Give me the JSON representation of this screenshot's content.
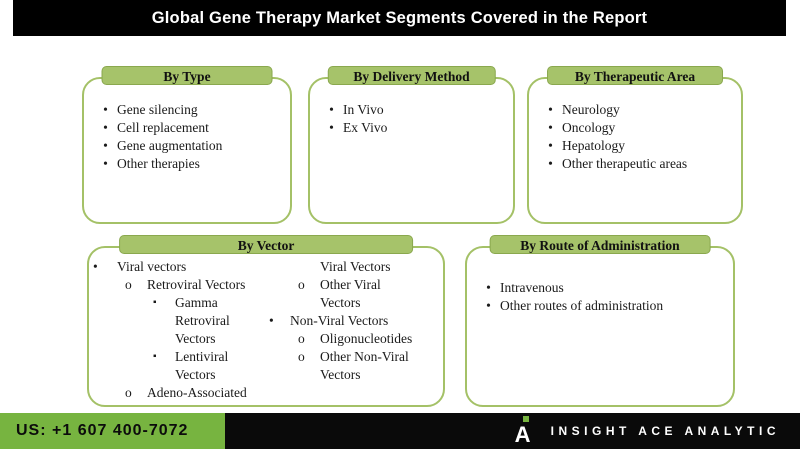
{
  "title": "Global Gene Therapy Market Segments Covered in the Report",
  "glyphs": {
    "bullet": "•"
  },
  "boxes": {
    "type": {
      "header": "By Type",
      "items": [
        "Gene silencing",
        "Cell replacement",
        "Gene augmentation",
        "Other therapies"
      ]
    },
    "delivery": {
      "header": "By Delivery Method",
      "items": [
        "In Vivo",
        "Ex Vivo"
      ]
    },
    "therapeutic": {
      "header": "By Therapeutic Area",
      "items": [
        "Neurology",
        "Oncology",
        "Hepatology",
        "Other therapeutic areas"
      ]
    },
    "vector": {
      "header": "By Vector",
      "col1": [
        {
          "bullet": "•",
          "level": 1,
          "text": "Viral vectors"
        },
        {
          "bullet": "o",
          "level": 2,
          "text": "Retroviral Vectors"
        },
        {
          "bullet": "▪",
          "level": 3,
          "text": "Gamma Retroviral Vectors"
        },
        {
          "bullet": "▪",
          "level": 3,
          "text": "Lentiviral Vectors"
        },
        {
          "bullet": "o",
          "level": 2,
          "text": "Adeno-Associated"
        }
      ],
      "col2": [
        {
          "bullet": "",
          "level": 2,
          "text": "Viral Vectors"
        },
        {
          "bullet": "o",
          "level": 2,
          "text": "Other Viral Vectors"
        },
        {
          "bullet": "•",
          "level": 1,
          "text": "Non-Viral Vectors"
        },
        {
          "bullet": "o",
          "level": 2,
          "text": "Oligonucleotides"
        },
        {
          "bullet": "o",
          "level": 2,
          "text": "Other Non-Viral Vectors"
        }
      ]
    },
    "route": {
      "header": "By Route of Administration",
      "items": [
        "Intravenous",
        "Other routes of administration"
      ]
    }
  },
  "footer": {
    "phone": "US: +1 607 400-7072",
    "brand": "INSIGHT ACE ANALYTIC",
    "logo_letter": "A"
  },
  "colors": {
    "pill_green": "#a6c36a",
    "border_green": "#a4c167",
    "footer_green": "#77b440",
    "bar_black": "#000000"
  }
}
